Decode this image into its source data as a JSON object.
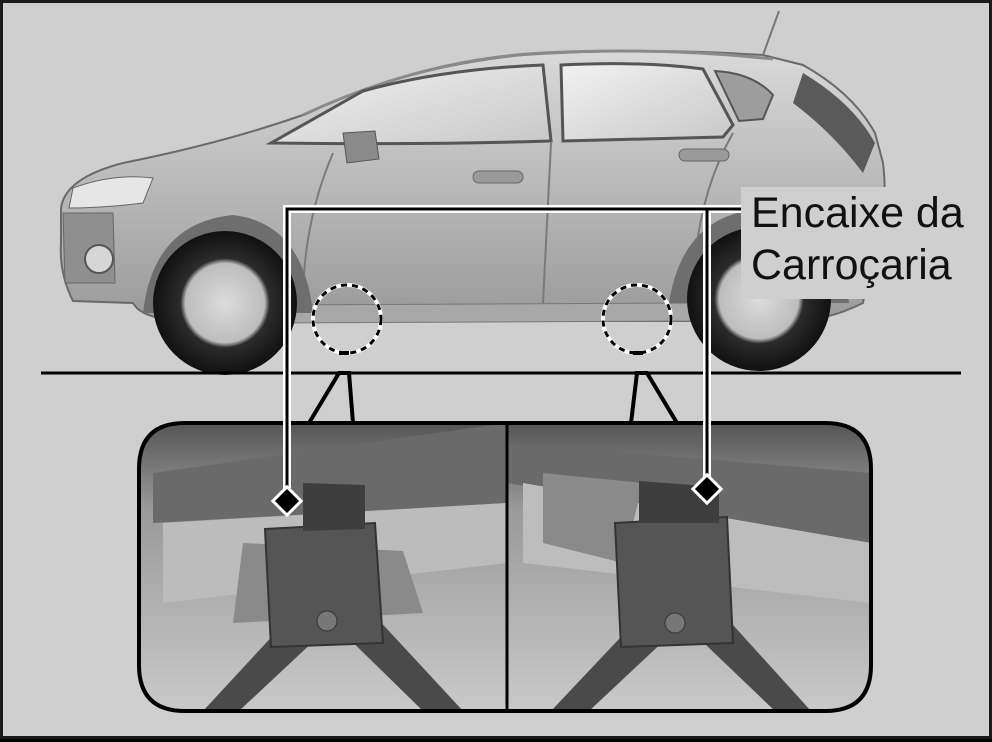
{
  "callout": {
    "line1": "Encaixe da",
    "line2": "Carroçaria"
  },
  "colors": {
    "background": "#cfcfcf",
    "frame": "#1a1a1a",
    "car_body": "#bdbdbd",
    "tire": "#2a2a2a",
    "jack": "#4a4a4a",
    "leader_line": "#000000"
  },
  "icons": [
    "car-illustration",
    "jack-point-marker",
    "scissor-jack"
  ]
}
